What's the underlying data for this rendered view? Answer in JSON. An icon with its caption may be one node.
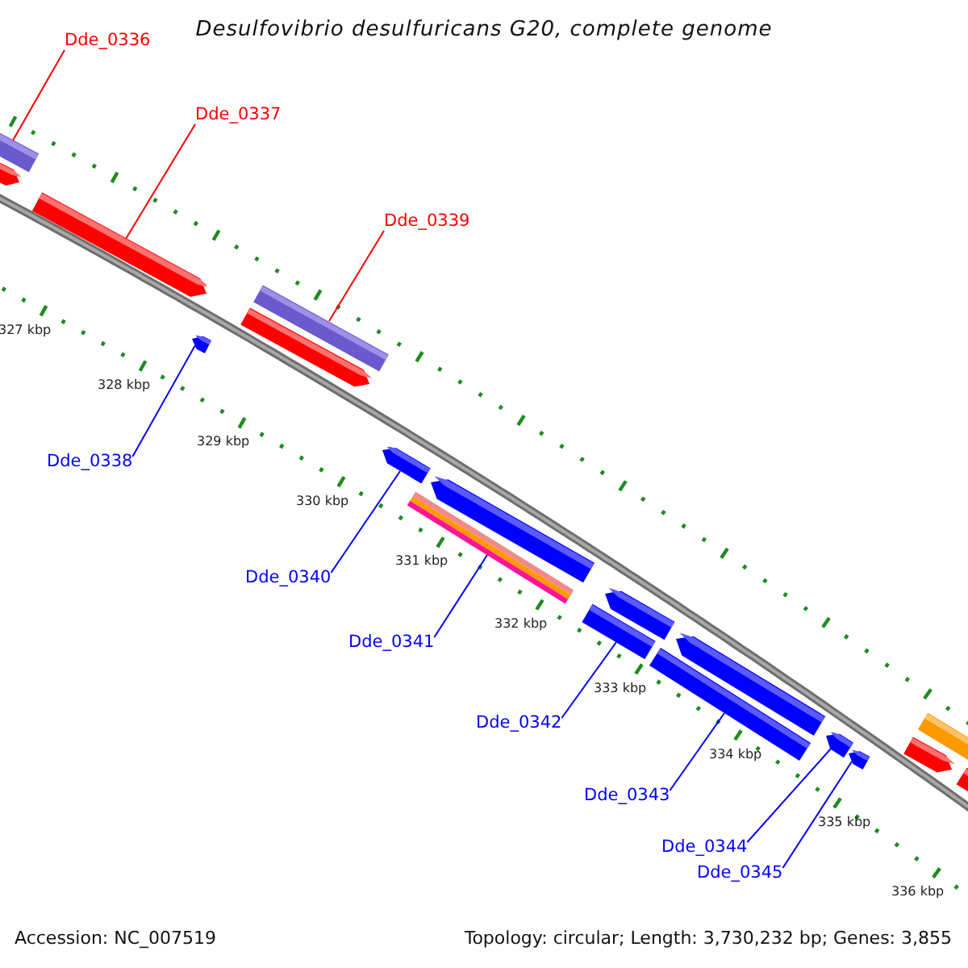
{
  "diagram": {
    "title": "Desulfovibrio desulfuricans G20, complete genome",
    "nodes": [
      {
        "text": [
          "Dde_0336"
        ]
      },
      {
        "text": [
          "Dde_0337"
        ]
      },
      {
        "text": [
          "Dde_0339"
        ]
      },
      {
        "text": [
          "Dde_0338"
        ]
      },
      {
        "text": [
          "Dde_0340"
        ]
      },
      {
        "text": [
          "Dde_0341"
        ]
      },
      {
        "text": [
          "Dde_0342"
        ]
      },
      {
        "text": [
          "Dde_0343"
        ]
      },
      {
        "text": [
          "Dde_0344"
        ]
      },
      {
        "text": [
          "Dde_0345"
        ]
      },
      {
        "text": [],
        "shape": "bar"
      },
      {
        "text": [],
        "shape": "bar"
      },
      {
        "text": [],
        "shape": "bar"
      },
      {
        "text": [],
        "shape": "bar"
      },
      {
        "text": [],
        "shape": "bar"
      },
      {
        "text": [],
        "shape": "bar"
      },
      {
        "text": [],
        "shape": "bar"
      },
      {
        "text": [],
        "shape": "bar"
      },
      {
        "text": [],
        "shape": "bar"
      },
      {
        "text": [],
        "shape": "bar"
      }
    ],
    "edges": [
      {
        "from": 0,
        "to": 10,
        "arrow": "none",
        "color": "#ff0000"
      },
      {
        "from": 1,
        "to": 11,
        "arrow": "none",
        "color": "#ff0000"
      },
      {
        "from": 2,
        "to": 13,
        "arrow": "none",
        "color": "#ff0000"
      },
      {
        "from": 3,
        "to": 12,
        "arrow": "none"
      },
      {
        "from": 4,
        "to": 14,
        "arrow": "none"
      },
      {
        "from": 5,
        "to": 15,
        "arrow": "none"
      },
      {
        "from": 6,
        "to": 16,
        "arrow": "none"
      },
      {
        "from": 7,
        "to": 17,
        "arrow": "none"
      },
      {
        "from": 8,
        "to": 18,
        "arrow": "none"
      },
      {
        "from": 9,
        "to": 19,
        "arrow": "none"
      }
    ],
    "labels": [
      "327 kbp",
      "328 kbp",
      "329 kbp",
      "330 kbp",
      "331 kbp",
      "332 kbp",
      "333 kbp",
      "334 kbp",
      "335 kbp",
      "336 kbp",
      "Accession: NC_007519",
      "Topology: circular; Length: 3,730,232 bp; Genes: 3,855"
    ]
  }
}
